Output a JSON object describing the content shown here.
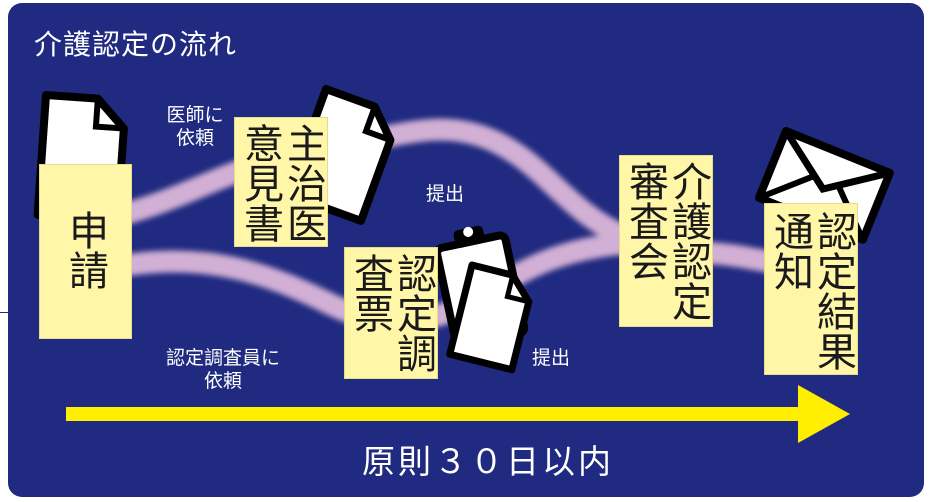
{
  "title": "介護認定の流れ",
  "steps": {
    "application": "申請",
    "doctor_opinion": "主治医意見書",
    "survey_form": "認定調査票",
    "review_board": "介護認定審査会",
    "result_notice": "認定結果通知"
  },
  "labels": {
    "request_doctor": [
      "医師に",
      "依頼"
    ],
    "request_investigator": [
      "認定調査員に",
      "依頼"
    ],
    "submit_1": "提出",
    "submit_2": "提出"
  },
  "timeframe": "原則３０日以内",
  "colors": {
    "background": "#1f2a80",
    "box_fill": "#fff6a8",
    "arrow": "#ffee00",
    "flow_band": "#f2c7e3"
  },
  "icons": [
    "document-icon",
    "clipboard-icon",
    "envelope-icon",
    "timeline-arrow-icon"
  ]
}
